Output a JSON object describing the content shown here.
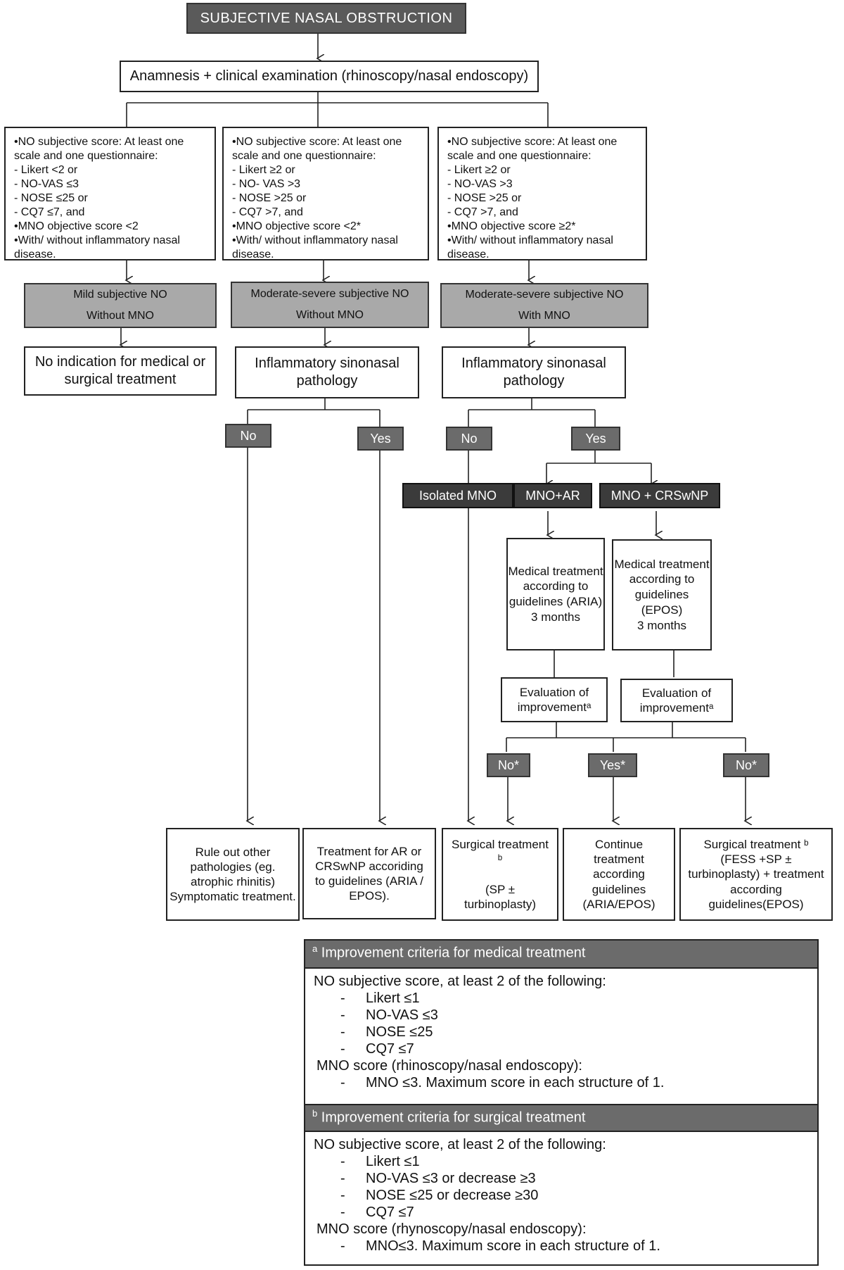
{
  "top": "SUBJECTIVE NASAL OBSTRUCTION",
  "anamnesis": "Anamnesis + clinical examination (rhinoscopy/nasal endoscopy)",
  "crit_left": "•NO subjective score: At least one scale and one questionnaire:\n- Likert <2 or\n- NO-VAS ≤3\n- NOSE ≤25 or\n- CQ7 ≤7, and\n•MNO objective score <2\n•With/ without inflammatory nasal disease.",
  "crit_mid": "•NO subjective score: At least one scale and one questionnaire:\n   - Likert ≥2 or\n   - NO- VAS >3\n   - NOSE >25 or\n   - CQ7 >7, and\n•MNO objective score <2*\n•With/ without inflammatory nasal disease.",
  "crit_right": "•NO subjective score: At least one scale and one questionnaire:\n- Likert ≥2 or\n- NO-VAS >3\n- NOSE >25 or\n- CQ7 >7, and\n•MNO objective score ≥2*\n•With/ without inflammatory nasal disease.",
  "cat_left": "Mild subjective NO\nWithout MNO",
  "cat_mid": "Moderate-severe subjective NO\nWithout MNO",
  "cat_right": "Moderate-severe subjective NO\nWith MNO",
  "no_indication": "No indication for medical or surgical treatment",
  "infl_mid": "Inflammatory sinonasal pathology",
  "infl_right": "Inflammatory sinonasal pathology",
  "no_mid": "No",
  "yes_mid": "Yes",
  "no_right": "No",
  "yes_right": "Yes",
  "isolated_mno": "Isolated MNO",
  "mno_ar": "MNO+AR",
  "mno_crswnp": "MNO + CRSwNP",
  "med_aria": "Medical treatment according to guidelines (ARIA)\n3 months",
  "med_epos": "Medical treatment according to guidelines (EPOS)\n3 months",
  "eval_left": "Evaluation of improvementᵃ",
  "eval_right": "Evaluation of improvementᵃ",
  "no_star_1": "No*",
  "yes_star": "Yes*",
  "no_star_2": "No*",
  "out_rule_out": "Rule out other pathologies (eg. atrophic rhinitis)\nSymptomatic treatment.",
  "out_treat_ar": "Treatment for AR or CRSwNP accoriding to guidelines (ARIA / EPOS).",
  "out_surgical": "Surgical treatment ᵇ\n\n(SP ± turbinoplasty)",
  "out_continue": "Continue treatment according guidelines (ARIA/EPOS)",
  "out_surgical_fess": "Surgical treatment ᵇ\n(FESS +SP ± turbinoplasty) + treatment according guidelines(EPOS)",
  "legend_a": {
    "header_sup": "a",
    "header": "Improvement criteria for medical treatment",
    "intro": "NO subjective score, at least 2 of the following:",
    "items": [
      "Likert ≤1",
      "NO-VAS ≤3",
      "NOSE ≤25",
      "CQ7 ≤7"
    ],
    "mno_label": "MNO score (rhinoscopy/nasal endoscopy):",
    "mno_items": [
      "MNO ≤3. Maximum score in each structure of 1."
    ]
  },
  "legend_b": {
    "header_sup": "b",
    "header": "Improvement criteria for surgical treatment",
    "intro": "NO subjective score, at least 2 of the following:",
    "items": [
      "Likert ≤1",
      "NO-VAS ≤3 or decrease ≥3",
      "NOSE ≤25 or decrease ≥30",
      "CQ7 ≤7"
    ],
    "mno_label": "MNO score (rhynoscopy/nasal endoscopy):",
    "mno_items": [
      "MNO≤3. Maximum score in each structure of 1."
    ]
  }
}
